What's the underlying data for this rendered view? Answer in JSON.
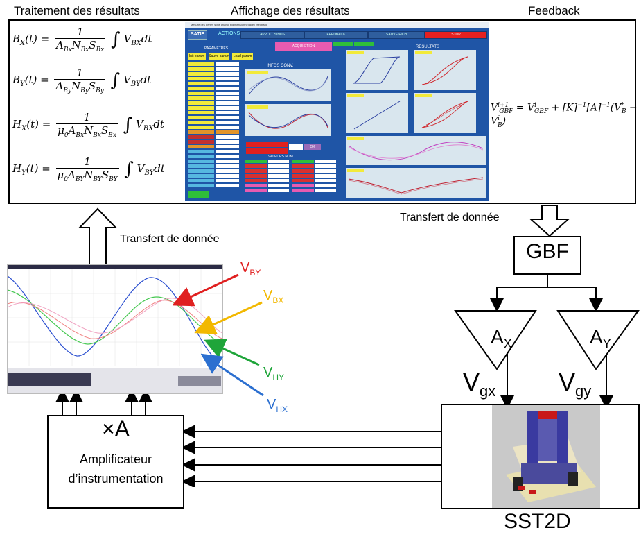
{
  "headers": {
    "left": "Traitement des résultats",
    "middle": "Affichage des résultats",
    "right": "Feedback"
  },
  "transfer_left": "Transfert de donnée",
  "transfer_right": "Transfert de donnée",
  "gbf": "GBF",
  "amp_x": "A",
  "amp_x_sub": "X",
  "amp_y": "A",
  "amp_y_sub": "Y",
  "vgx": "V",
  "vgx_sub": "gx",
  "vgy": "V",
  "vgy_sub": "gy",
  "instrum_gain": "×A",
  "instrum_line1": "Amplificateur",
  "instrum_line2": "d’instrumentation",
  "device": "SST2D",
  "signals": [
    {
      "main": "V",
      "sub": "BY",
      "color": "#e02020"
    },
    {
      "main": "V",
      "sub": "BX",
      "color": "#f2b800"
    },
    {
      "main": "V",
      "sub": "HY",
      "color": "#1fa53a"
    },
    {
      "main": "V",
      "sub": "HX",
      "color": "#2b6fd0"
    }
  ],
  "equations": {
    "bx_lhs": "B",
    "bx_sub": "X",
    "bx_t": "(t) =",
    "bx_den": "A",
    "bx_den_sub": "Bx",
    "bx_n": "N",
    "bx_n_sub": "Bx",
    "bx_s": "S",
    "bx_s_sub": "Bx",
    "bx_int": "V",
    "bx_int_sub": "BX",
    "bx_dt": "dt",
    "feedback": "V"
  },
  "software": {
    "title": "Mesure des pertes sous champ bidimensionnel avec feedback",
    "logo": "SATIE",
    "actions": "ACTIONS",
    "results": "RESULTATS",
    "tabs": [
      "APPLIC. SINUS",
      "FEEDBACK",
      "SAUVE FICH",
      "STOP"
    ],
    "acquisition": "ACQUISITION",
    "params": "PARAMETRES",
    "param_buttons": [
      "Init param",
      "Sauve param",
      "Load param"
    ],
    "infos": "INFOS CONV.",
    "vals": "VALEURS NUM.",
    "ok": "OK",
    "plots": [
      "Cycle Bx(Hx)",
      "Cycle By(Hy)",
      "Cycle B(H)",
      "Cycle Bx(Hy)",
      "Bxt et By(t)",
      "H(t)"
    ]
  }
}
